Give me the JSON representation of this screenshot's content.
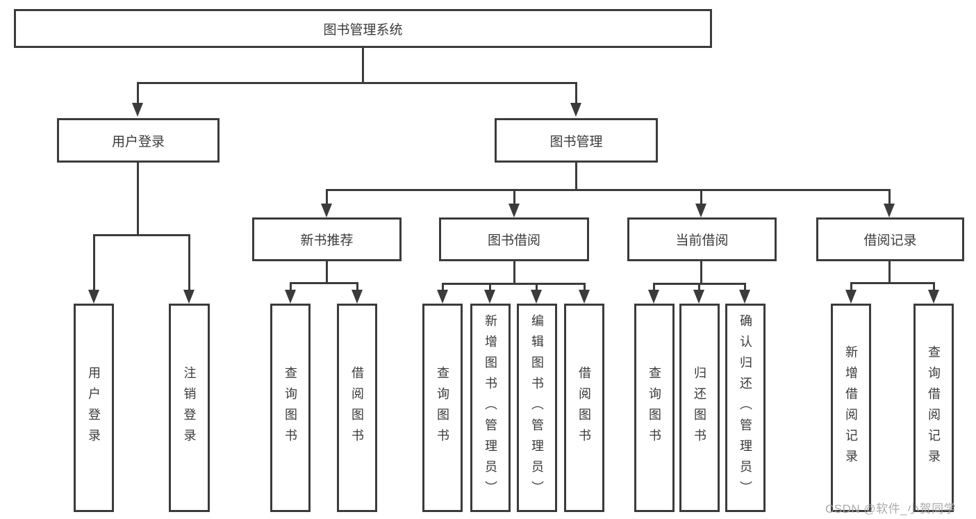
{
  "diagram": {
    "title": "图书管理系统",
    "root": {
      "label": "图书管理系统"
    },
    "level2": [
      {
        "label": "用户登录"
      },
      {
        "label": "图书管理"
      }
    ],
    "level3": [
      {
        "label": "新书推荐"
      },
      {
        "label": "图书借阅"
      },
      {
        "label": "当前借阅"
      },
      {
        "label": "借阅记录"
      }
    ],
    "leaves": {
      "user_login": [
        {
          "label": "用户登录"
        },
        {
          "label": "注销登录"
        }
      ],
      "new_book": [
        {
          "label": "查询图书"
        },
        {
          "label": "借阅图书"
        }
      ],
      "book_borrow": [
        {
          "label": "查询图书"
        },
        {
          "label": "新增图书（管理员）"
        },
        {
          "label": "编辑图书（管理员）"
        },
        {
          "label": "借阅图书"
        }
      ],
      "current_borrow": [
        {
          "label": "查询图书"
        },
        {
          "label": "归还图书"
        },
        {
          "label": "确认归还（管理员）"
        }
      ],
      "borrow_record": [
        {
          "label": "新增借阅记录"
        },
        {
          "label": "查询借阅记录"
        }
      ]
    },
    "colors": {
      "line": "#3b3b3b",
      "text": "#3a3a3a",
      "background": "#ffffff",
      "watermark": "#a8a5a5"
    }
  },
  "watermark": {
    "text": "CSDN @软件_小贺同学"
  }
}
